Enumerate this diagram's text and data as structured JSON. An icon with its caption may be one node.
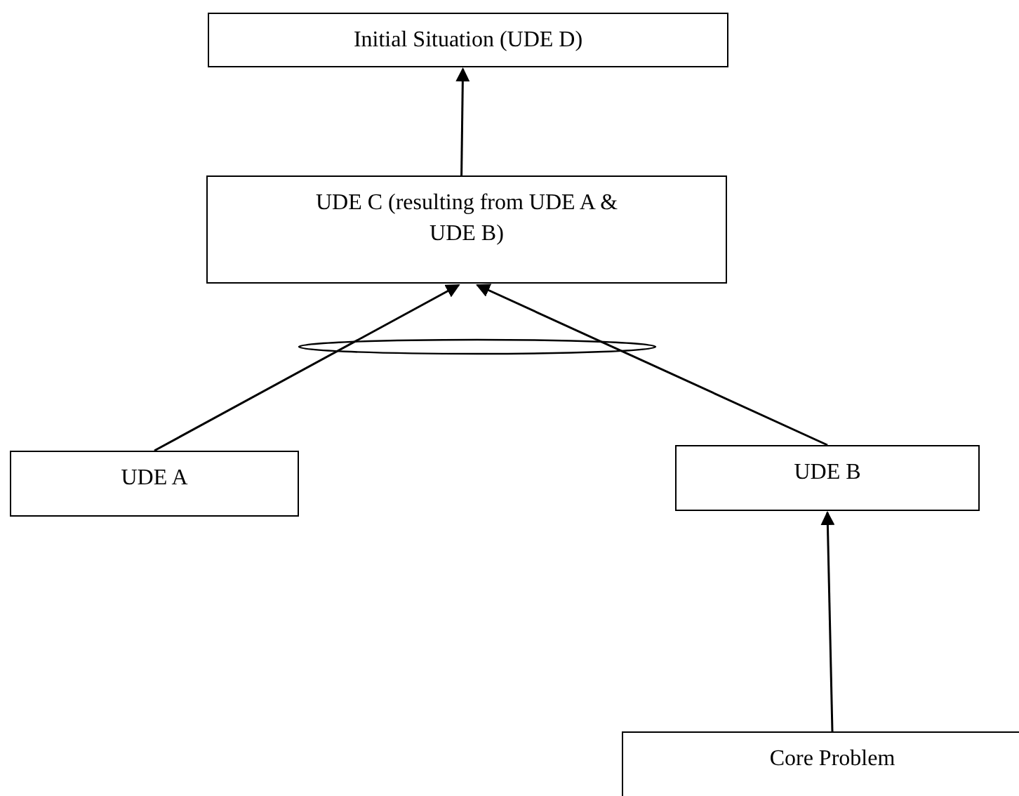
{
  "diagram": {
    "nodes": [
      {
        "text": [
          "Initial Situation (UDE D)"
        ]
      },
      {
        "text": [
          "UDE C (resulting from UDE A & UDE B)"
        ]
      },
      {
        "text": [],
        "shape": "ellipse"
      },
      {
        "text": [
          "UDE A"
        ]
      },
      {
        "text": [
          "UDE B"
        ]
      },
      {
        "text": [
          "Core Problem"
        ]
      }
    ],
    "edges": [
      {
        "from": 1,
        "to": 0,
        "arrow": "to"
      },
      {
        "from": 3,
        "to": 1,
        "arrow": "to"
      },
      {
        "from": 4,
        "to": 1,
        "arrow": "to"
      },
      {
        "from": 5,
        "to": 4,
        "arrow": "to"
      }
    ]
  }
}
